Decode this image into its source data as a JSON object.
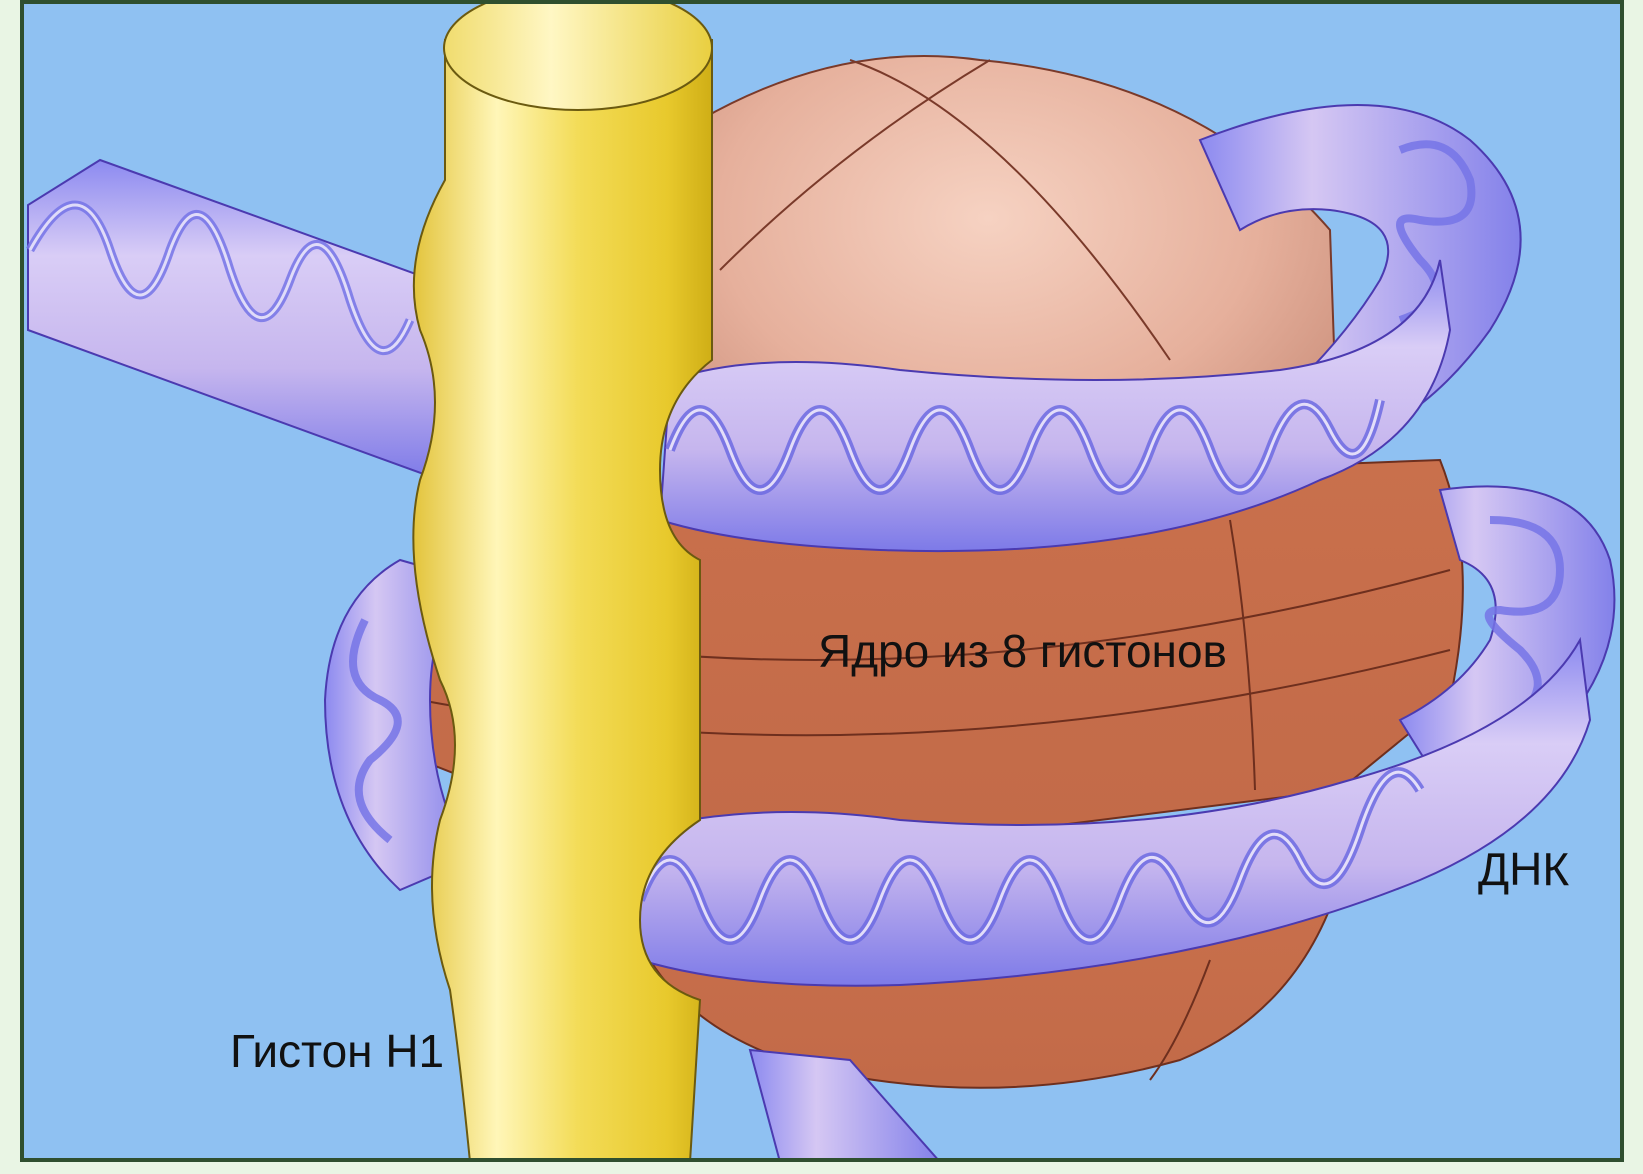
{
  "diagram": {
    "labels": {
      "core": "Ядро из 8 гистонов",
      "dna": "ДНК",
      "histone_h1": "Гистон H1"
    },
    "colors": {
      "background": "#8fc1f2",
      "frame": "#2f4f2f",
      "dna_tube": "#a9a6f5",
      "dna_helix": "#6f6ce0",
      "histone_core_top": "#e9b9a6",
      "histone_core_band": "#c8704e",
      "histone_h1": "#f2d94a"
    }
  }
}
